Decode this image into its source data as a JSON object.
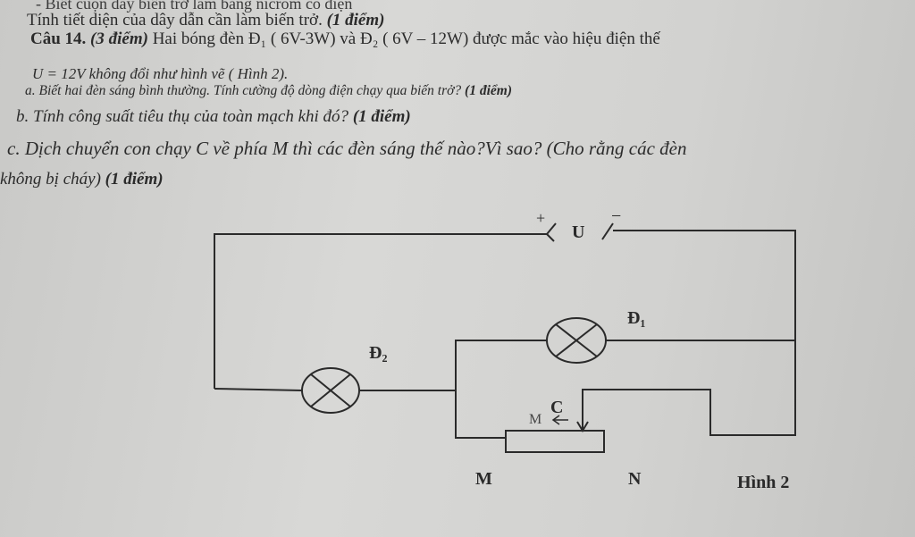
{
  "document": {
    "line0": "- Biết cuộn dây biến trở làm bằng nicrom có điện",
    "line1": {
      "text": "Tính tiết diện của dây dẫn cần làm biến trở.",
      "points": "(1 điểm)"
    },
    "line2": {
      "question": "Câu 14.",
      "points": "(3 điểm)",
      "text": "Hai bóng đèn Đ₁ ( 6V-3W) và Đ₂ ( 6V – 12W) được mắc vào hiệu điện thế"
    },
    "line3": "U = 12V không đổi như hình vẽ ( Hình 2).",
    "line4": {
      "text": "a. Biết hai đèn sáng bình thường. Tính cường độ dòng điện chạy qua biến trở?",
      "points": "(1 điểm)"
    },
    "line5": {
      "text": "b. Tính công suất tiêu thụ của toàn mạch khi đó?",
      "points": "(1 điểm)"
    },
    "line6": {
      "text": "c. Dịch chuyển con chạy C về phía M thì các đèn sáng thế nào?Vì sao?",
      "note": "(Cho rằng các đèn"
    },
    "line7": {
      "text": "không bị cháy)",
      "points": "(1 điểm)"
    }
  },
  "diagram": {
    "battery_plus": "+",
    "battery_label": "U",
    "battery_minus": "−",
    "lamp1_label": "Đ₁",
    "lamp2_label": "Đ₂",
    "slider_label": "C",
    "slider_hint": "M",
    "end_m": "M",
    "end_n": "N",
    "caption": "Hình 2"
  }
}
